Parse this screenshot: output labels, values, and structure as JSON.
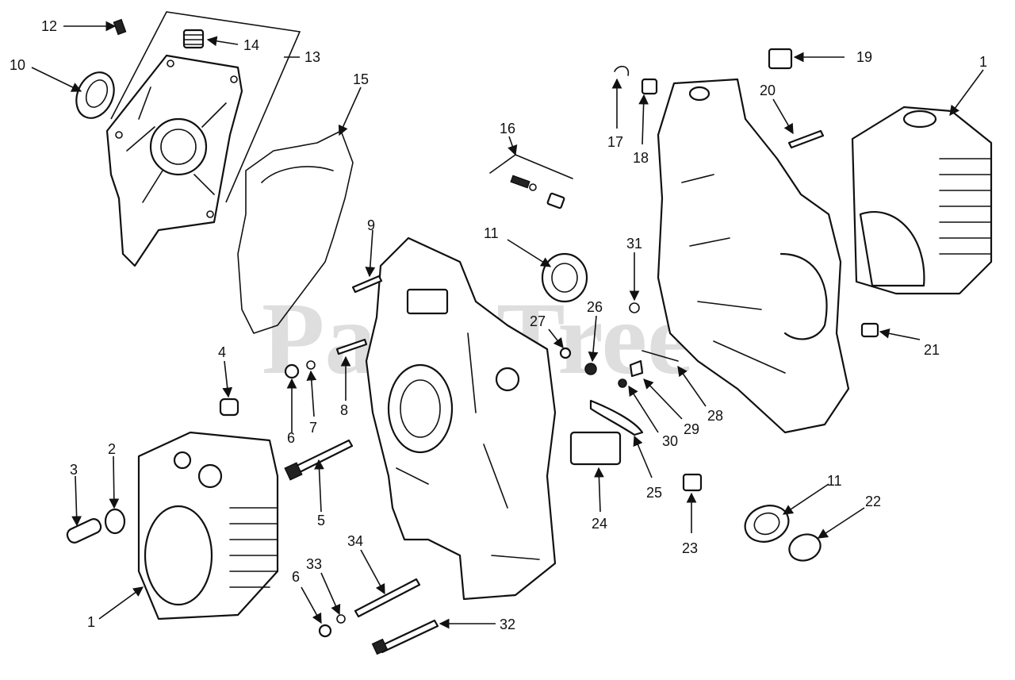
{
  "watermark": "PartsTree",
  "callouts": {
    "c1a": "1",
    "c1b": "1",
    "c2": "2",
    "c3": "3",
    "c4": "4",
    "c5": "5",
    "c6a": "6",
    "c6b": "6",
    "c7": "7",
    "c8": "8",
    "c9": "9",
    "c10": "10",
    "c11a": "11",
    "c11b": "11",
    "c12": "12",
    "c13": "13",
    "c14": "14",
    "c15": "15",
    "c16": "16",
    "c17": "17",
    "c18": "18",
    "c19": "19",
    "c20": "20",
    "c21": "21",
    "c22": "22",
    "c23": "23",
    "c24": "24",
    "c25": "25",
    "c26": "26",
    "c27": "27",
    "c28": "28",
    "c29": "29",
    "c30": "30",
    "c31": "31",
    "c32": "32",
    "c33": "33",
    "c34": "34"
  }
}
